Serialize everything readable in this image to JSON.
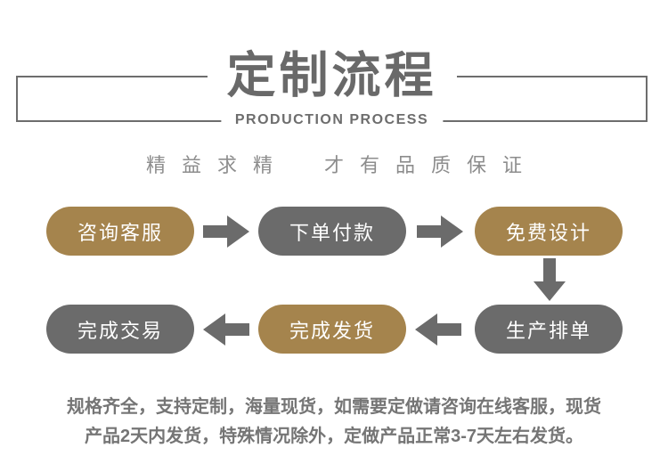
{
  "header": {
    "title": "定制流程",
    "subtitle": "PRODUCTION PROCESS"
  },
  "tagline": "精益求精　才有品质保证",
  "flow": {
    "steps": [
      {
        "label": "咨询客服",
        "color": "gold"
      },
      {
        "label": "下单付款",
        "color": "gray"
      },
      {
        "label": "免费设计",
        "color": "gold"
      },
      {
        "label": "生产排单",
        "color": "gray"
      },
      {
        "label": "完成发货",
        "color": "gold"
      },
      {
        "label": "完成交易",
        "color": "gray"
      }
    ],
    "arrows": [
      "arrow-right-icon",
      "arrow-right-icon",
      "arrow-down-icon",
      "arrow-left-icon",
      "arrow-left-icon"
    ]
  },
  "colors": {
    "gold": "#a5844d",
    "gray": "#6b6b6b",
    "title_text": "#696969",
    "tagline_text": "#8d8d8d",
    "footer_text": "#757575"
  },
  "footer": {
    "line1": "规格齐全，支持定制，海量现货，如需要定做请咨询在线客服，现货",
    "line2": "产品2天内发货，特殊情况除外，定做产品正常3-7天左右发货。"
  }
}
